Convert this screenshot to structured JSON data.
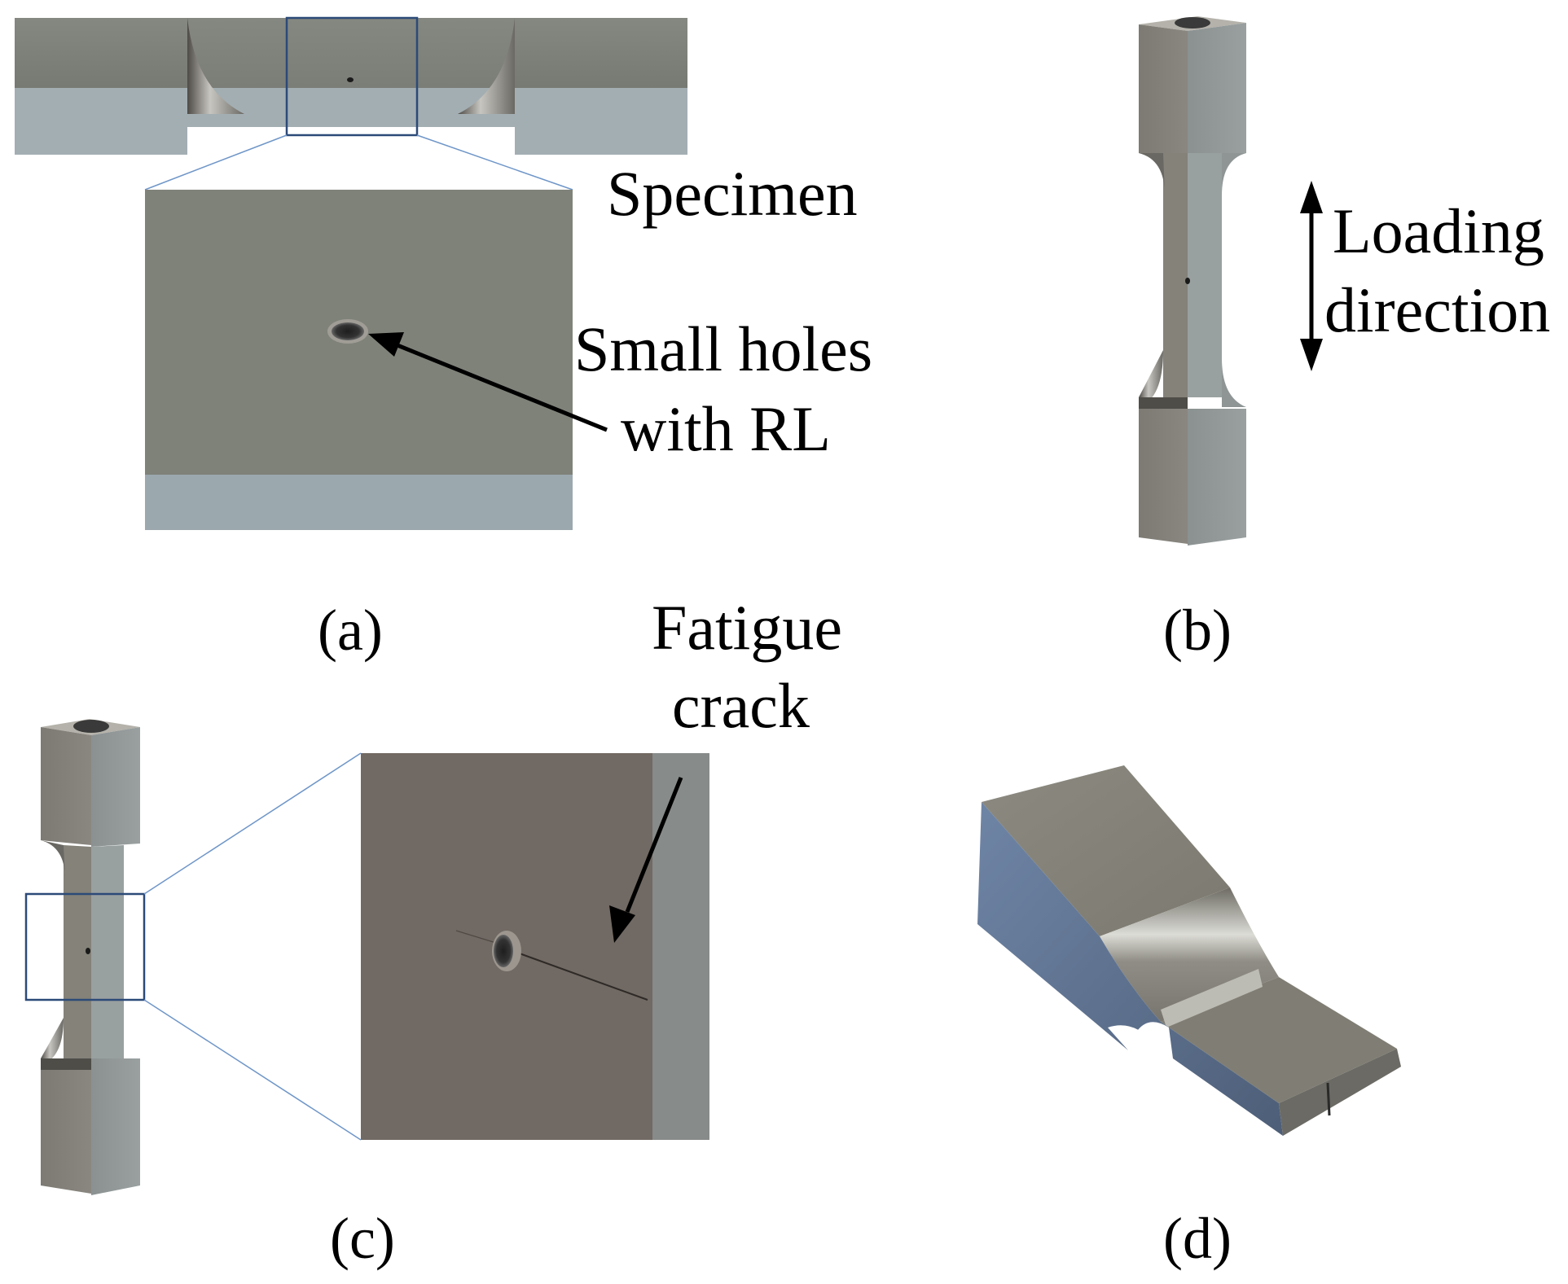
{
  "labels": {
    "specimen": "Specimen",
    "small_holes_line1": "Small holes",
    "small_holes_line2": "with RL",
    "loading_line1": "Loading",
    "loading_line2": "direction",
    "fatigue_line1": "Fatigue",
    "fatigue_line2": "crack"
  },
  "panels": {
    "a": "(a)",
    "b": "(b)",
    "c": "(c)",
    "d": "(d)"
  },
  "colors": {
    "face_dark": "#7b7b73",
    "face_light": "#9aa6ad",
    "zoom_face": "#716963",
    "zoom_side": "#878b8a",
    "frame_blue": "#2c4a78",
    "guide_blue": "#6f96c8",
    "slab_top": "#85847a",
    "slab_side": "#5b6f8c"
  }
}
